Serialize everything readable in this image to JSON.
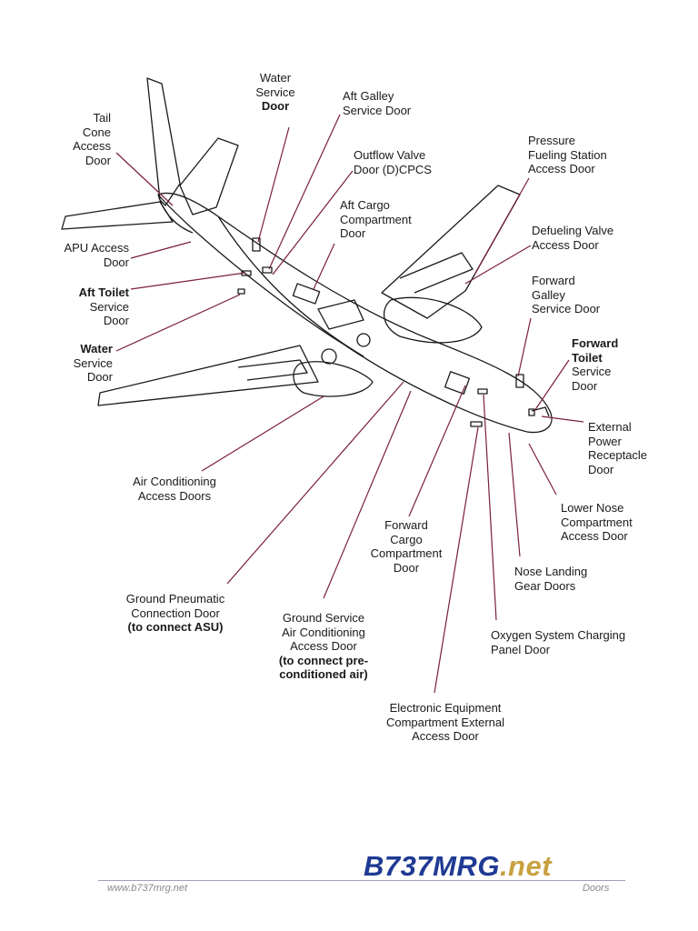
{
  "labels": {
    "water_service_door_top": [
      "Water",
      "Service",
      "Door"
    ],
    "aft_galley": [
      "Aft Galley",
      "Service Door"
    ],
    "tail_cone": [
      "Tail",
      "Cone",
      "Access",
      "Door"
    ],
    "pressure_fueling": [
      "Pressure",
      "Fueling Station",
      "Access Door"
    ],
    "outflow_valve": [
      "Outflow Valve",
      "Door (D)CPCS"
    ],
    "aft_cargo": [
      "Aft Cargo",
      "Compartment",
      "Door"
    ],
    "defueling_valve": [
      "Defueling Valve",
      "Access Door"
    ],
    "apu_access": [
      "APU Access",
      "Door"
    ],
    "forward_galley": [
      "Forward",
      "Galley",
      "Service Door"
    ],
    "aft_toilet": [
      "Aft Toilet",
      "Service",
      "Door"
    ],
    "forward_toilet": [
      "Forward",
      "Toilet",
      "Service",
      "Door"
    ],
    "water_service_left": [
      "Water",
      "Service",
      "Door"
    ],
    "external_power": [
      "External",
      "Power",
      "Receptacle",
      "Door"
    ],
    "air_conditioning": [
      "Air Conditioning",
      "Access Doors"
    ],
    "lower_nose": [
      "Lower Nose",
      "Compartment",
      "Access Door"
    ],
    "forward_cargo": [
      "Forward",
      "Cargo",
      "Compartment",
      "Door"
    ],
    "nose_landing_gear": [
      "Nose Landing",
      "Gear Doors"
    ],
    "ground_pneumatic": [
      "Ground Pneumatic",
      "Connection Door",
      "(to connect ASU)"
    ],
    "ground_service_ac": [
      "Ground Service",
      "Air Conditioning",
      "Access Door",
      "(to connect pre-",
      "conditioned air)"
    ],
    "oxygen_system": [
      "Oxygen System Charging",
      "Panel Door"
    ],
    "electronic_equipment": [
      "Electronic Equipment",
      "Compartment External",
      "Access Door"
    ]
  },
  "logo": {
    "main": "B737MRG",
    "tld": ".net"
  },
  "footer": {
    "left": "www.b737mrg.net",
    "right": "Doors"
  },
  "colors": {
    "leader": "#7a1f3d",
    "outline": "#1a1a1a",
    "logo_main": "#1f3a93",
    "logo_tld": "#c8a040"
  }
}
